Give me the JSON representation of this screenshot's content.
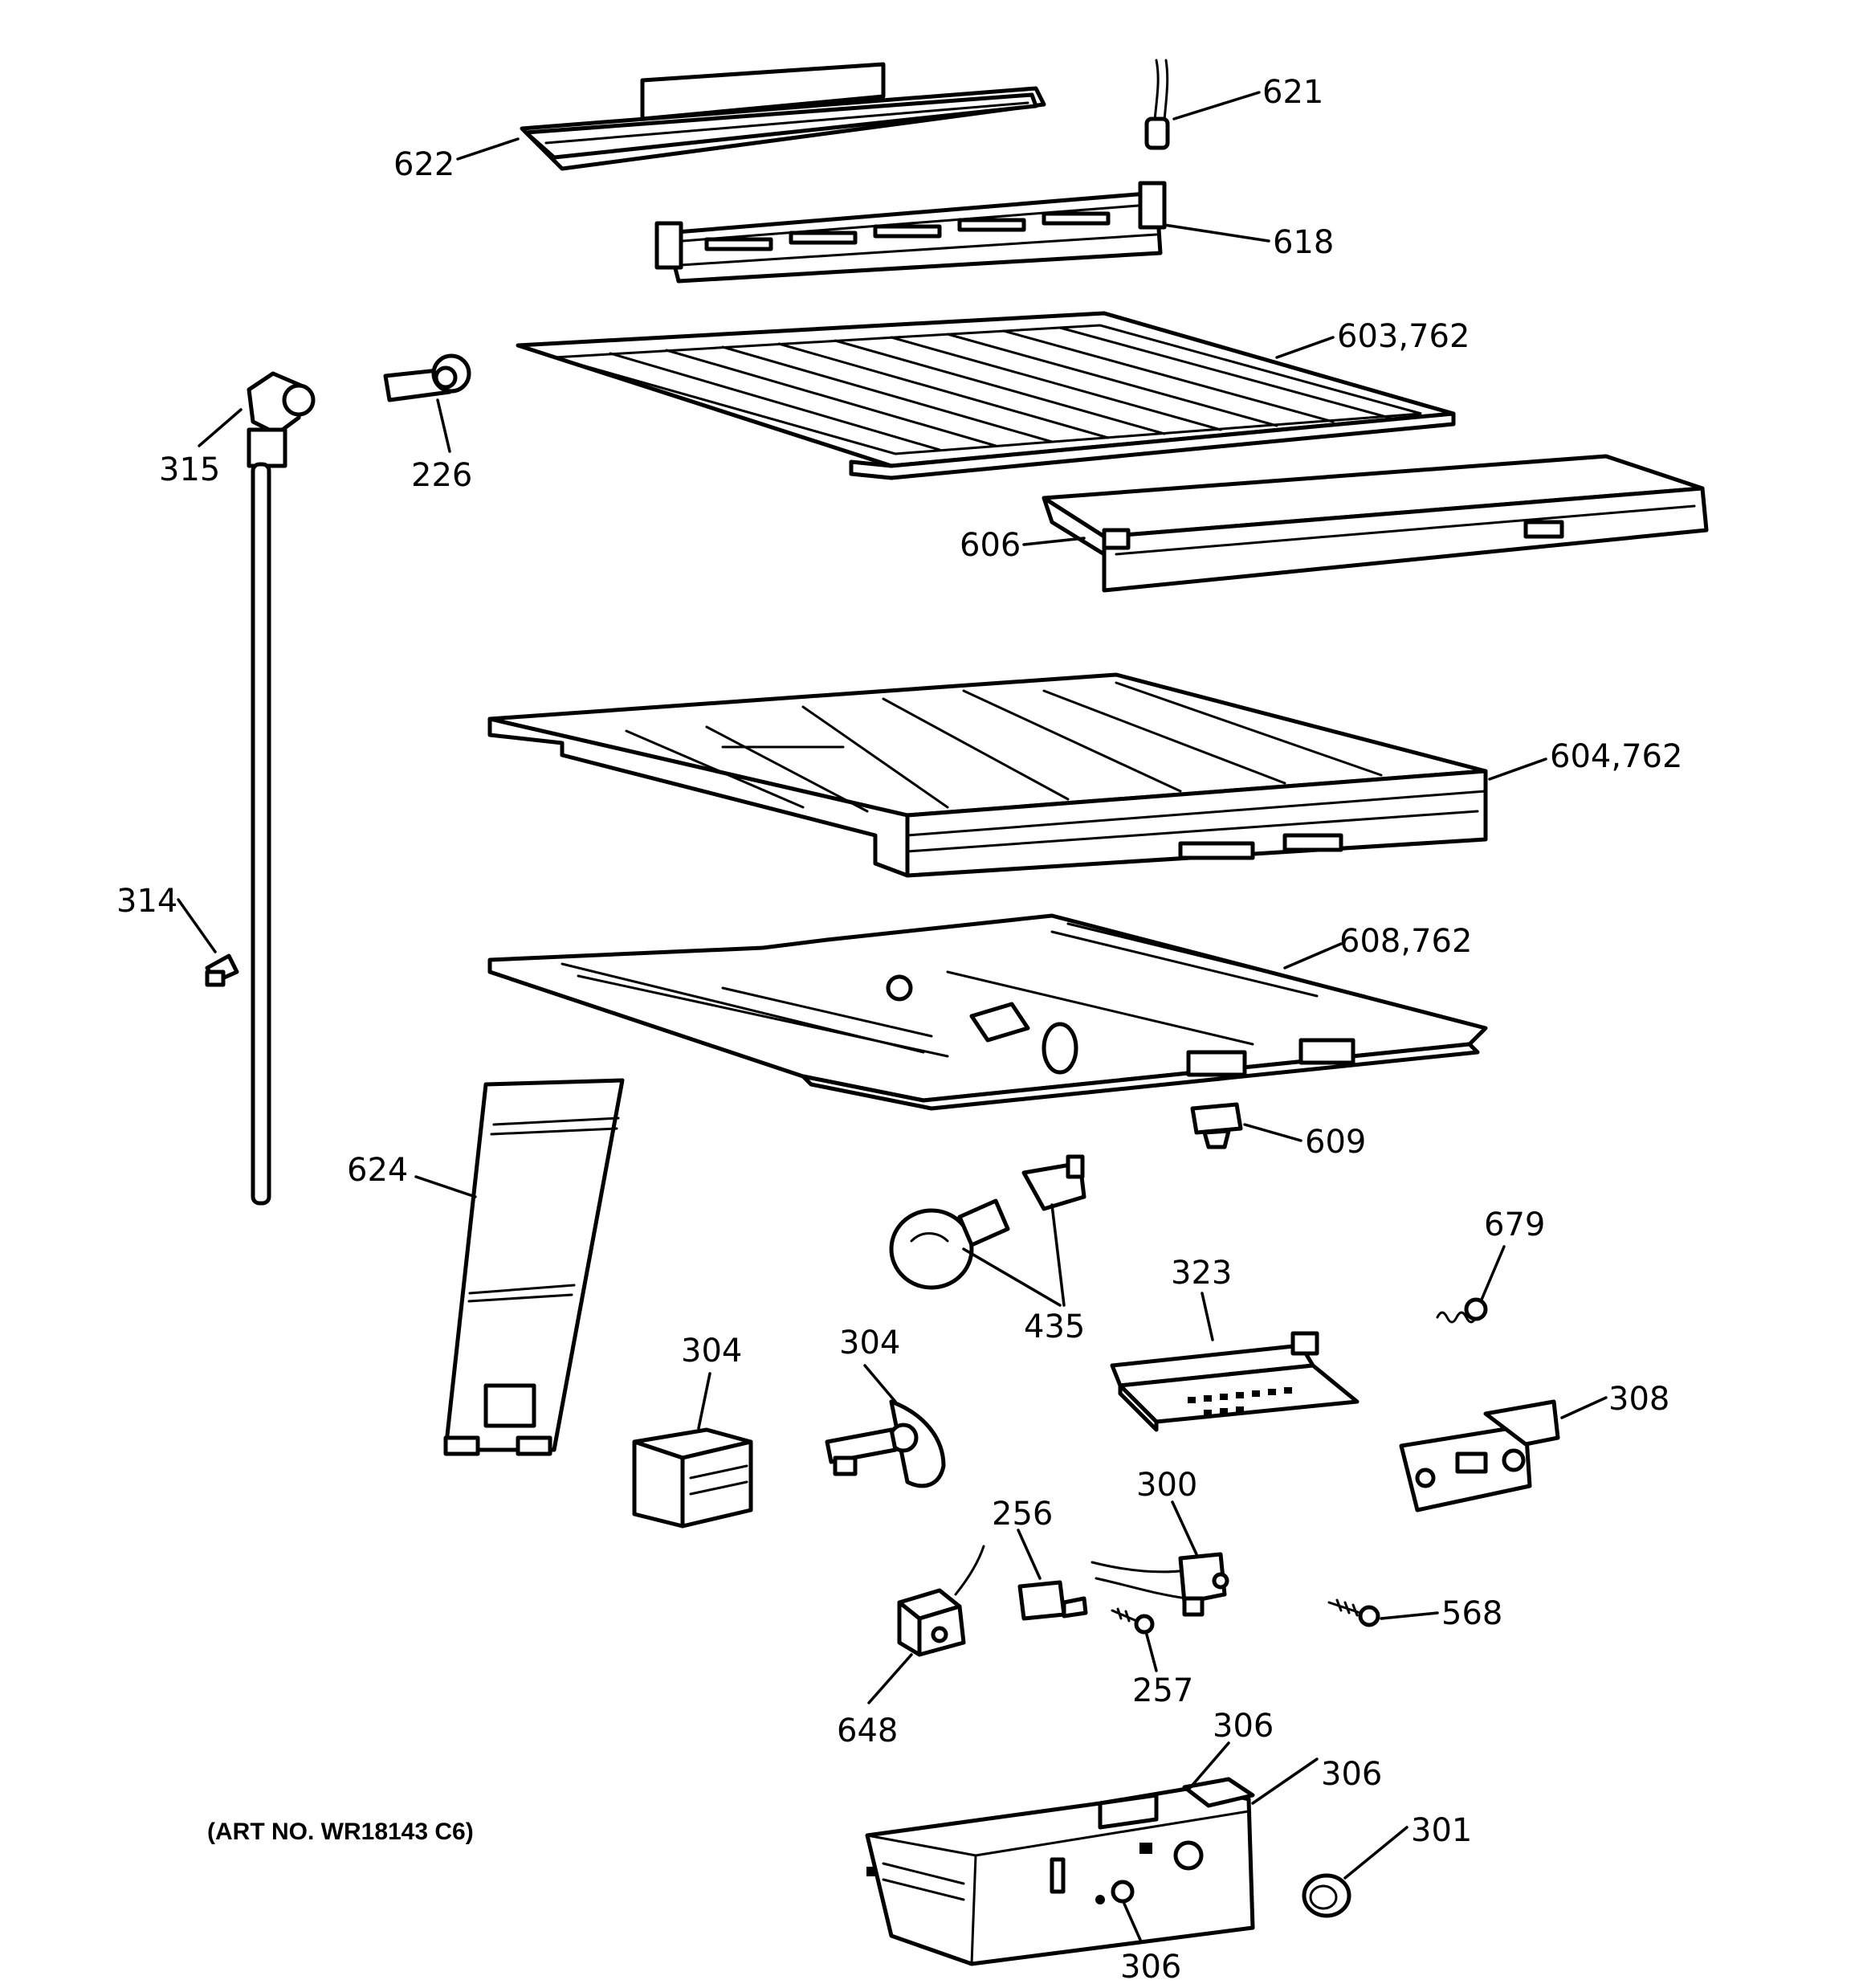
{
  "art_number": "(ART NO. WR18143 C6)",
  "colors": {
    "line": "#000000",
    "background": "#ffffff"
  },
  "callouts": {
    "c621": "621",
    "c622": "622",
    "c618": "618",
    "c603": "603,762",
    "c315": "315",
    "c226": "226",
    "c606": "606",
    "c604": "604,762",
    "c314": "314",
    "c608": "608,762",
    "c609": "609",
    "c624": "624",
    "c679": "679",
    "c323": "323",
    "c435": "435",
    "c304a": "304",
    "c304b": "304",
    "c308": "308",
    "c300": "300",
    "c256": "256",
    "c568": "568",
    "c257": "257",
    "c648": "648",
    "c306a": "306",
    "c306b": "306",
    "c301": "301",
    "c306c": "306"
  }
}
